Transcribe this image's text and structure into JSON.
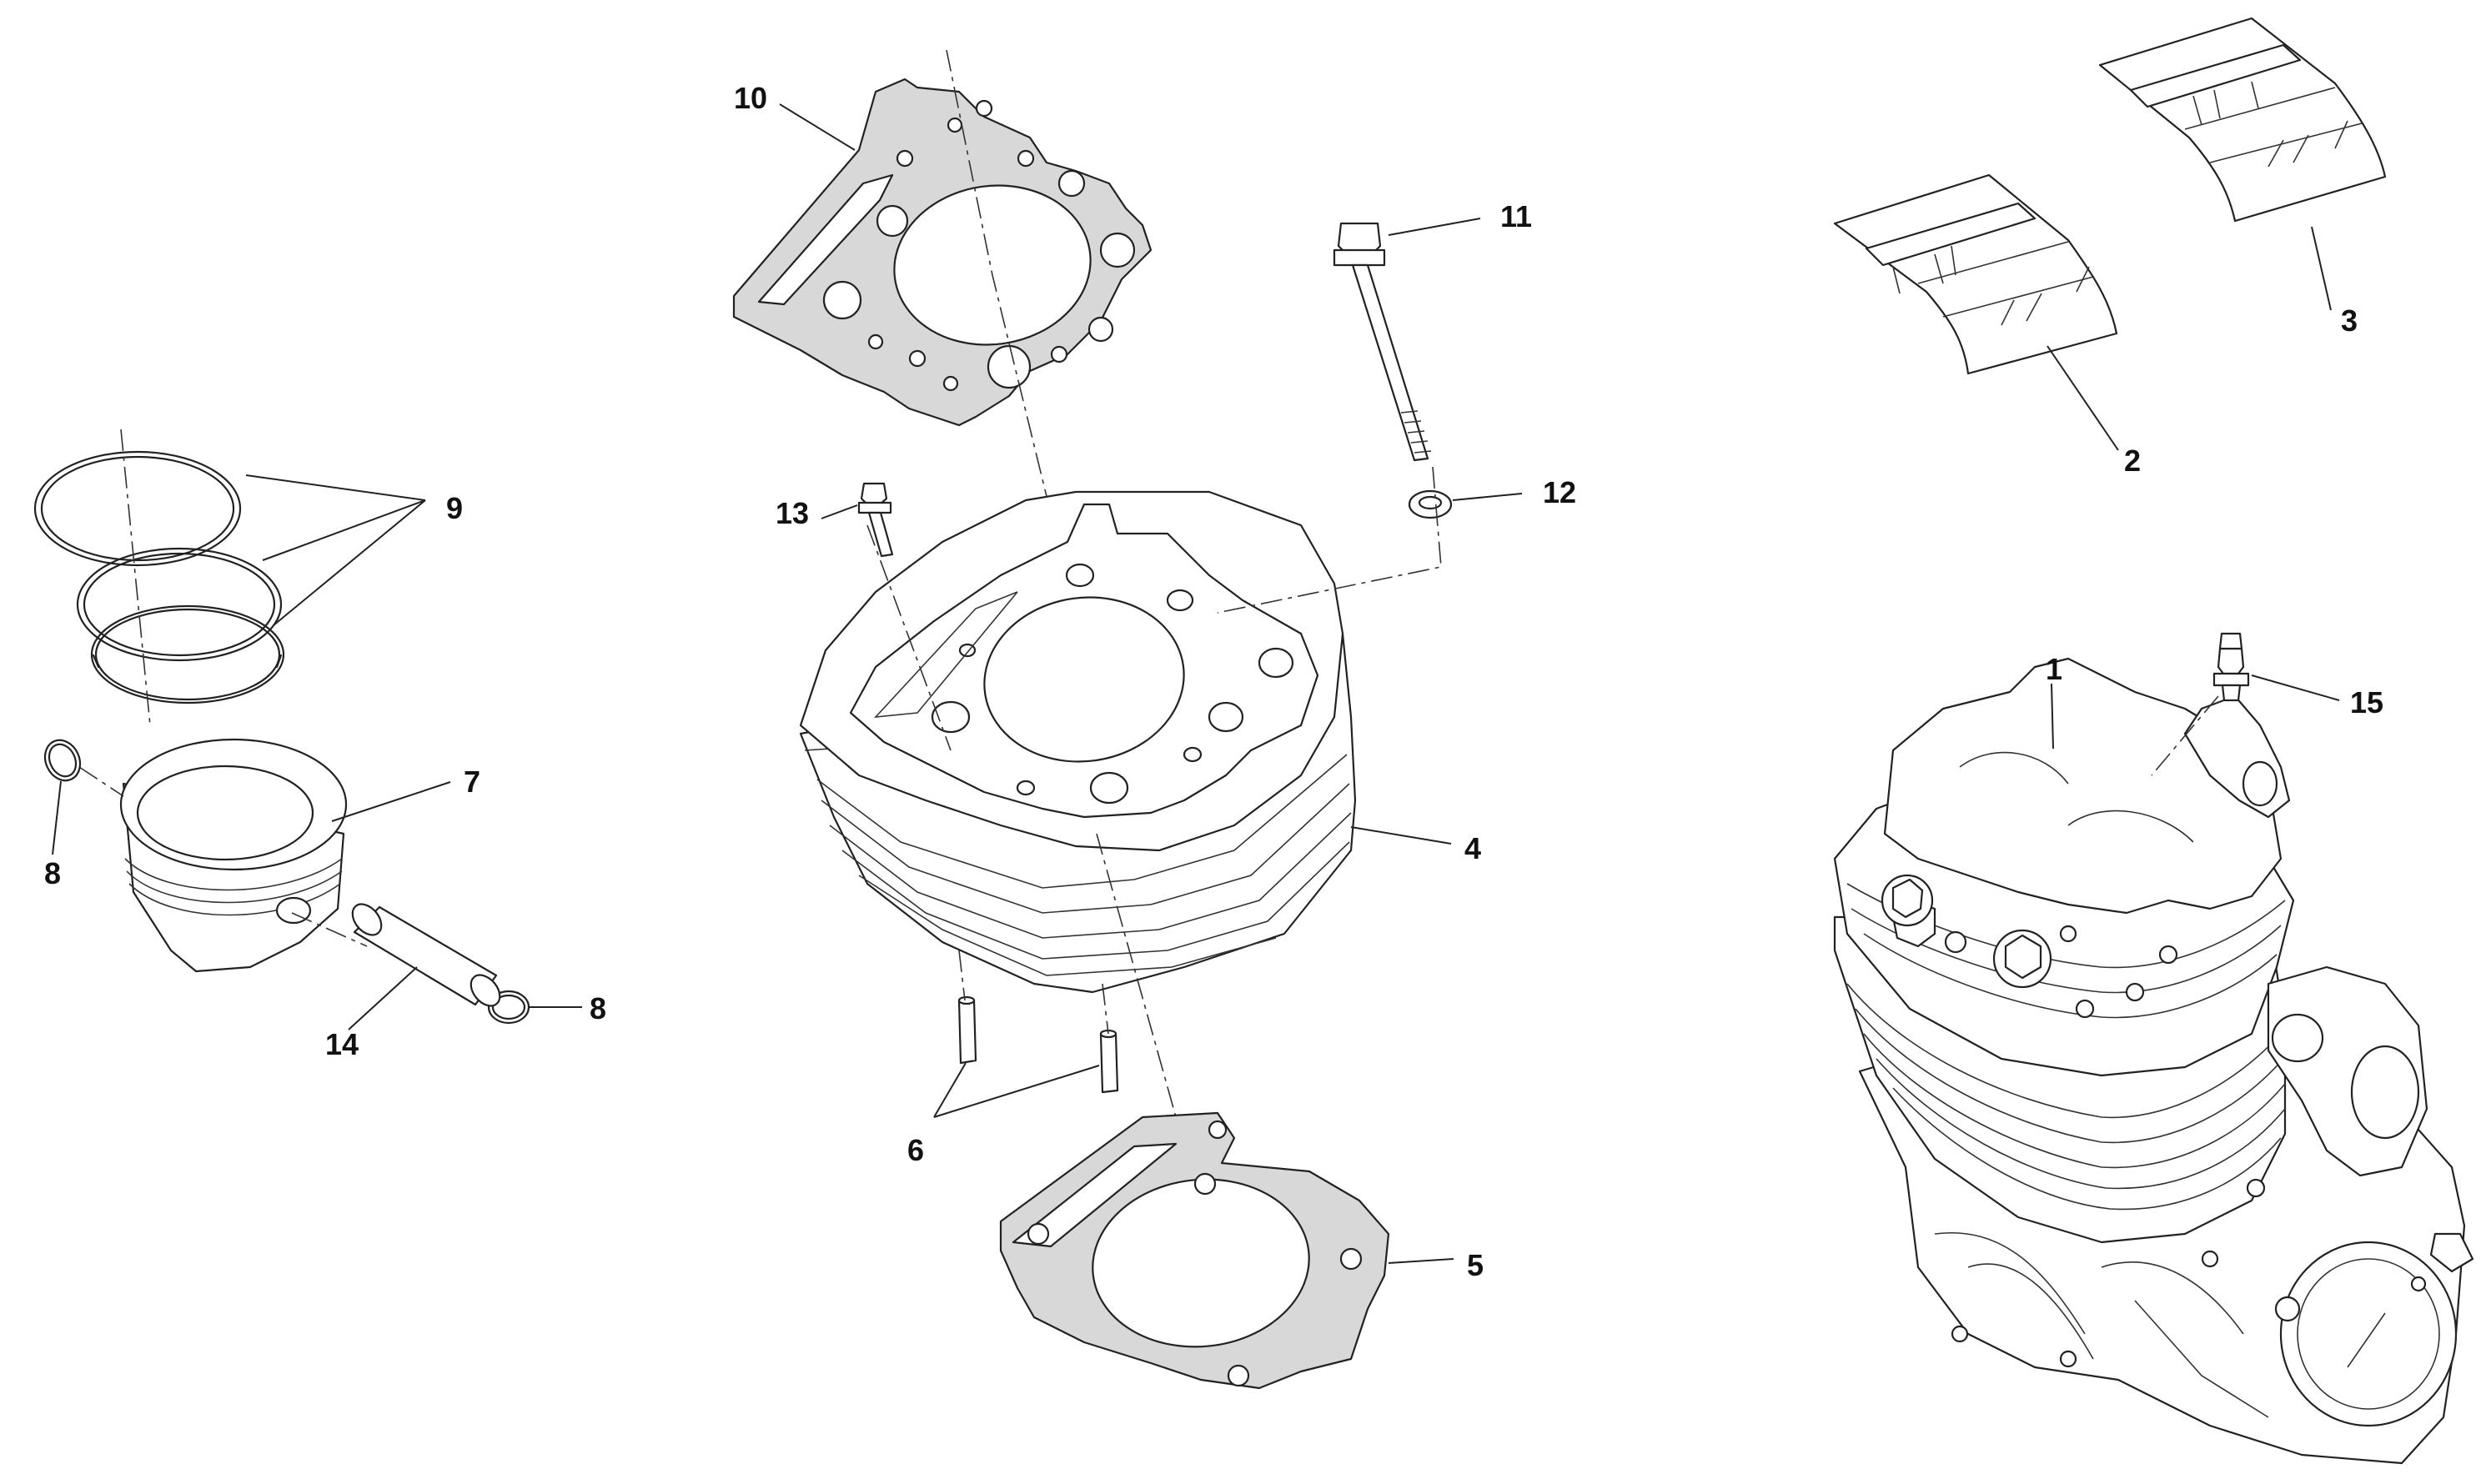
{
  "diagram": {
    "callouts": {
      "c1": "1",
      "c2": "2",
      "c3": "3",
      "c4": "4",
      "c5": "5",
      "c6": "6",
      "c7": "7",
      "c8a": "8",
      "c8b": "8",
      "c9": "9",
      "c10": "10",
      "c11": "11",
      "c12": "12",
      "c13": "13",
      "c14": "14",
      "c15": "15"
    },
    "colors": {
      "line": "#222222",
      "gasket_fill": "#d8d8d8",
      "background": "#ffffff"
    }
  }
}
